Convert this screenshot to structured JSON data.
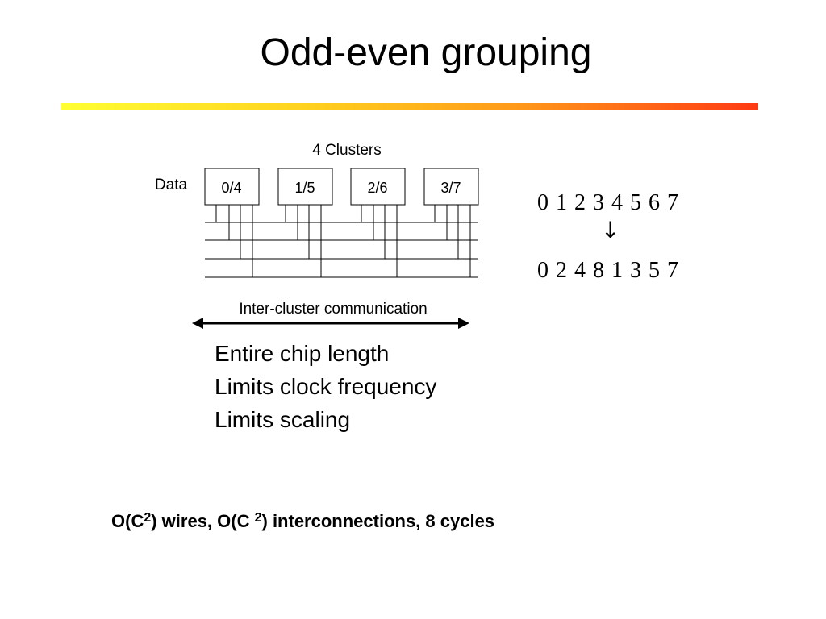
{
  "slide": {
    "title": "Odd-even grouping",
    "accent_gradient": [
      "#ffff33",
      "#ffd21f",
      "#ff9a1a",
      "#ff3a14"
    ]
  },
  "diagram": {
    "clusters_label": "4 Clusters",
    "data_label": "Data",
    "clusters": [
      "0/4",
      "1/5",
      "2/6",
      "3/7"
    ],
    "comm_label": "Inter-cluster communication"
  },
  "permutation": {
    "input": "0 1 2 3 4 5 6 7",
    "arrow": "↓",
    "output": "0 2 4 8 1 3 5 7"
  },
  "points": [
    "Entire chip length",
    "Limits clock frequency",
    "Limits scaling"
  ],
  "complexity": {
    "part1": "O(C",
    "exp1": "2",
    "part2": ") wires, O(C ",
    "exp2": "2",
    "part3": ") interconnections, 8 cycles"
  }
}
